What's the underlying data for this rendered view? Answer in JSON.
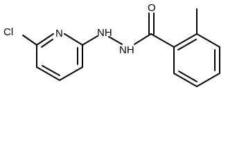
{
  "molecule": {
    "atoms": {
      "chlorine": "Cl",
      "pyridine_nitrogen": "N",
      "hydrazine_nh_1": "NH",
      "hydrazine_nh_2": "NH",
      "carbonyl_oxygen": "O"
    },
    "colors": {
      "bond": "#000000",
      "label": "#000000",
      "background": "#ffffff"
    }
  }
}
